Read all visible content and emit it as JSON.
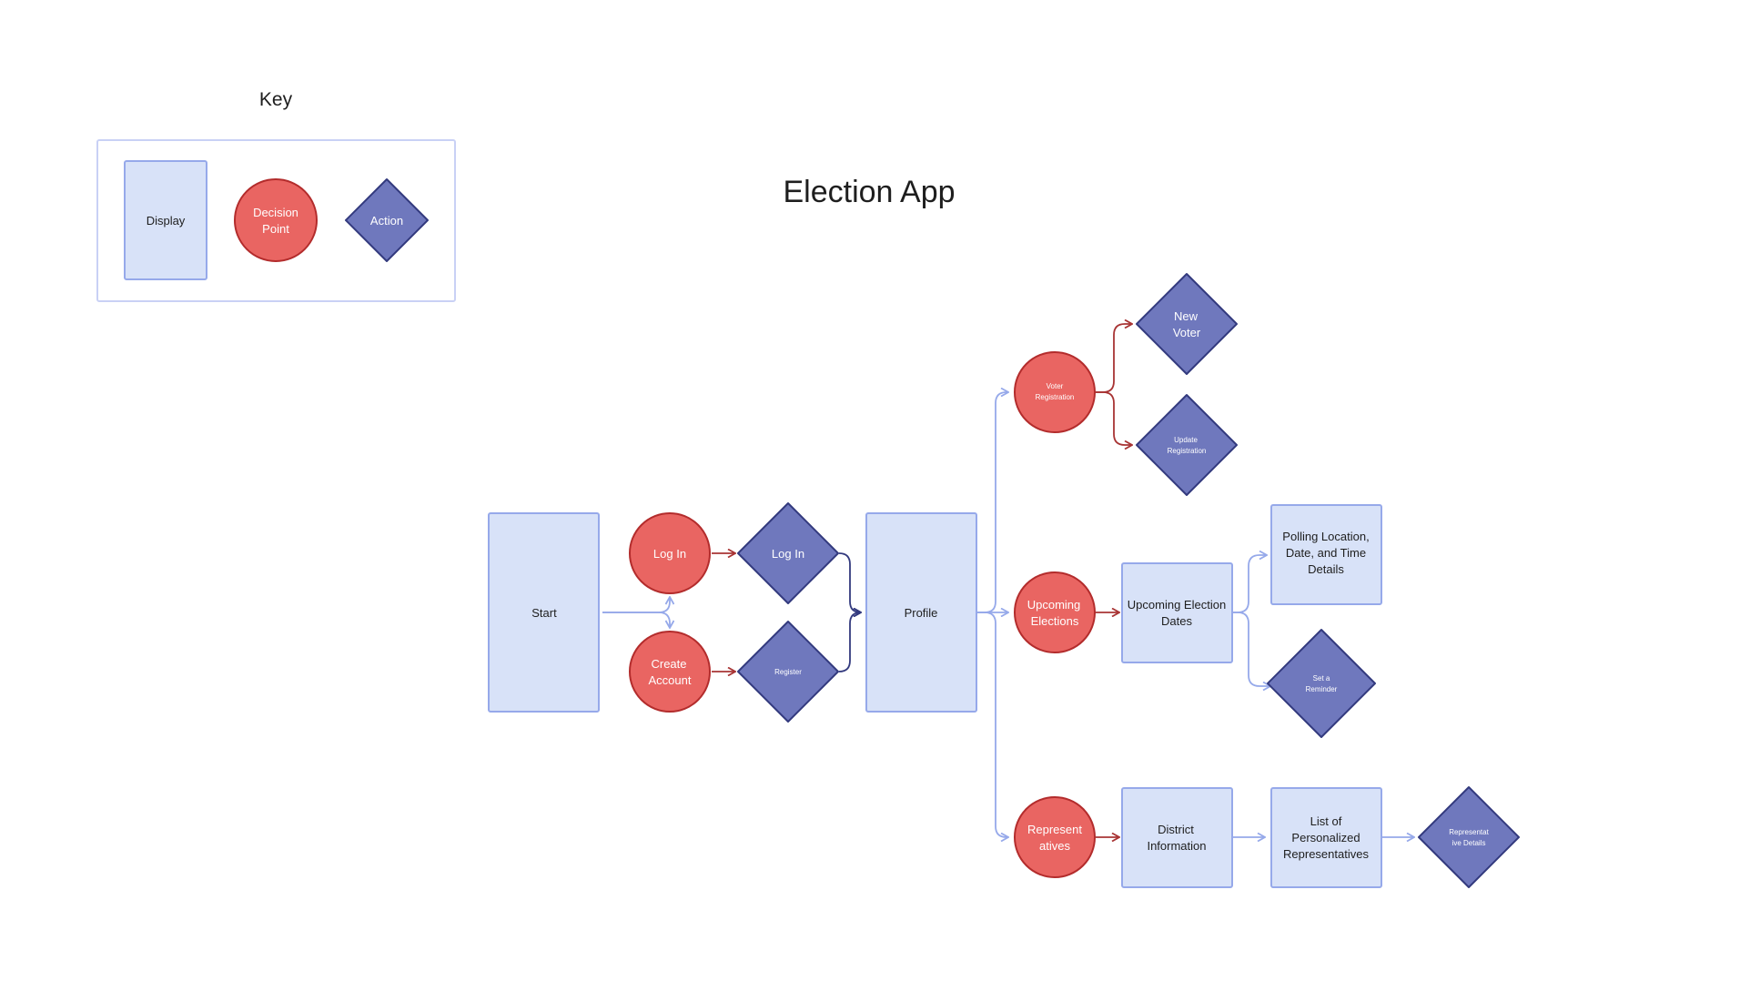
{
  "title": "Election App",
  "key": {
    "title": "Key",
    "display": "Display",
    "decision_l1": "Decision",
    "decision_l2": "Point",
    "action": "Action"
  },
  "nodes": {
    "start": "Start",
    "login_decision": "Log In",
    "login_action": "Log In",
    "create_l1": "Create",
    "create_l2": "Account",
    "register": "Register",
    "profile": "Profile",
    "voter_l1": "Voter",
    "voter_l2": "Registration",
    "new_voter_l1": "New",
    "new_voter_l2": "Voter",
    "update_l1": "Update",
    "update_l2": "Registration",
    "upcoming_l1": "Upcoming",
    "upcoming_l2": "Elections",
    "dates_l1": "Upcoming Election",
    "dates_l2": "Dates",
    "polling_l1": "Polling Location,",
    "polling_l2": "Date, and Time",
    "polling_l3": "Details",
    "reminder_l1": "Set a",
    "reminder_l2": "Reminder",
    "reps_l1": "Represent",
    "reps_l2": "atives",
    "district_l1": "District",
    "district_l2": "Information",
    "list_l1": "List of",
    "list_l2": "Personalized",
    "list_l3": "Representatives",
    "rep_details_l1": "Representat",
    "rep_details_l2": "ive Details"
  },
  "colors": {
    "display_fill": "#d8e2f8",
    "display_stroke": "#96a9ea",
    "decision_fill": "#e96562",
    "decision_stroke": "#b32c2c",
    "action_fill": "#6f78bd",
    "action_stroke": "#333a7e",
    "connector_blue": "#96a9ea",
    "connector_red": "#a83434",
    "connector_navy": "#333a7e"
  }
}
